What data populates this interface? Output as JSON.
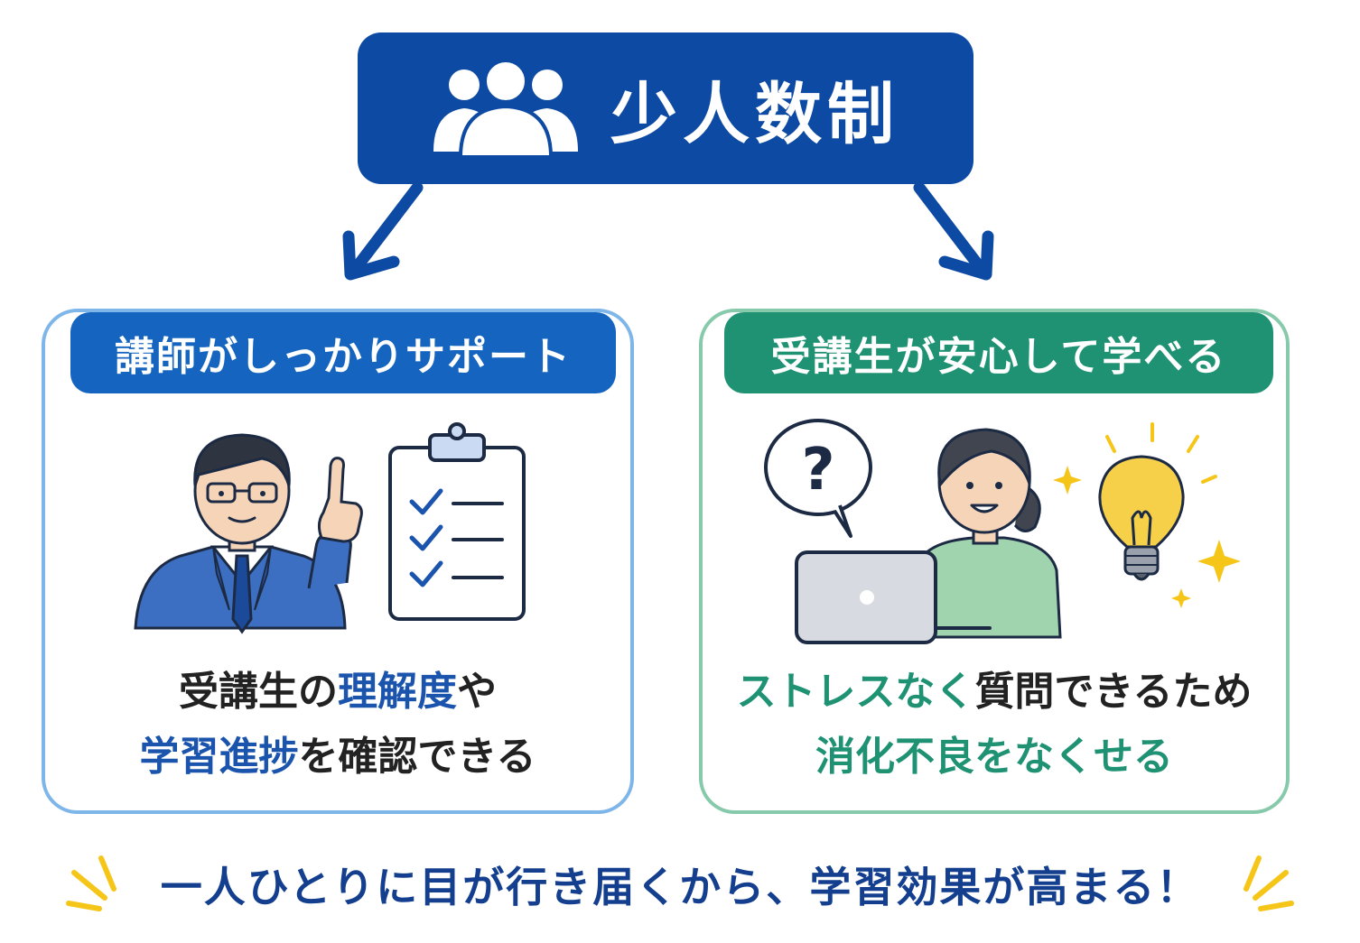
{
  "header": {
    "title": "少人数制",
    "icon": "people-group-icon"
  },
  "left_card": {
    "label": "講師がしっかりサポート",
    "line1": {
      "a": "受講生の",
      "b": "理解度",
      "c": "や"
    },
    "line2": {
      "a": "学習進捗",
      "b": "を確認できる"
    },
    "icons": [
      "teacher-illustration",
      "clipboard-checklist-icon"
    ]
  },
  "right_card": {
    "label": "受講生が安心して学べる",
    "line1": {
      "a": "ストレスなく",
      "b": "質問できるため"
    },
    "line2": {
      "a": "消化不良",
      "b": "をなくせる"
    },
    "icons": [
      "question-bubble-icon",
      "student-laptop-illustration",
      "lightbulb-icon"
    ]
  },
  "footer": {
    "a": "一人ひとりに目が行き届くから、",
    "b": "学習効果が高まる！"
  },
  "colors": {
    "navy": "#0d4aa3",
    "blue": "#1565c0",
    "green": "#1f9274",
    "yellow": "#f5c518"
  }
}
